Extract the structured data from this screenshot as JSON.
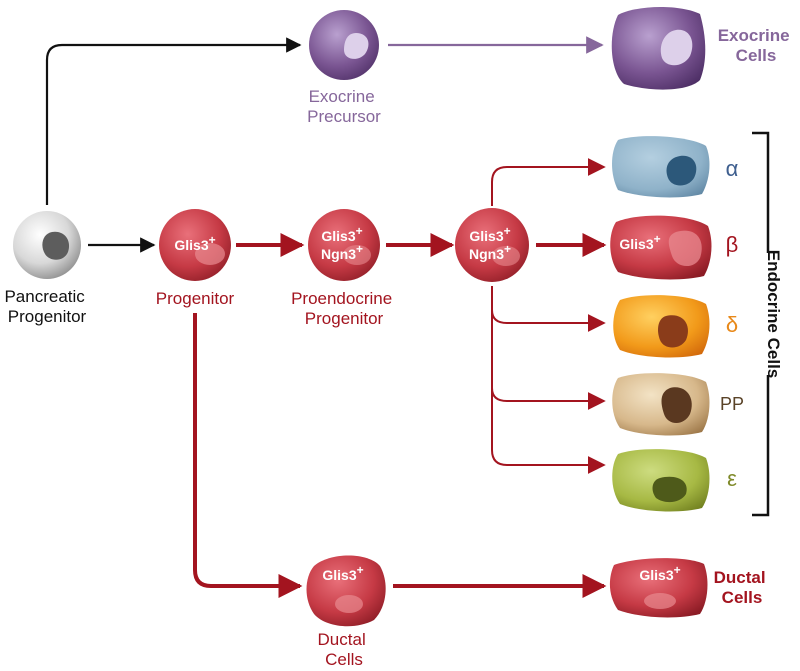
{
  "colors": {
    "black": "#111111",
    "red": "#a3141f",
    "purple": "#86679b",
    "alpha": "#3f5f8f",
    "delta": "#e8891a",
    "pp": "#5a4328",
    "epsilon": "#7f8a2a"
  },
  "labels": {
    "pancreatic": [
      "Pancreatic",
      "Progenitor"
    ],
    "exocrine_precursor": [
      "Exocrine",
      "Precursor"
    ],
    "exocrine_cells": [
      "Exocrine",
      "Cells"
    ],
    "progenitor": "Progenitor",
    "proendocrine": [
      "Proendocrine",
      "Progenitor"
    ],
    "ductal_progenitor": [
      "Ductal",
      "Cells"
    ],
    "ductal_cells": [
      "Ductal",
      "Cells"
    ],
    "endocrine_bracket": "Endocrine Cells"
  },
  "markers": {
    "glis3": "Glis3",
    "ngn3": "Ngn3",
    "plus": "+"
  },
  "endocrine_types": {
    "alpha": "α",
    "beta": "β",
    "delta": "δ",
    "pp": "PP",
    "epsilon": "ε"
  }
}
